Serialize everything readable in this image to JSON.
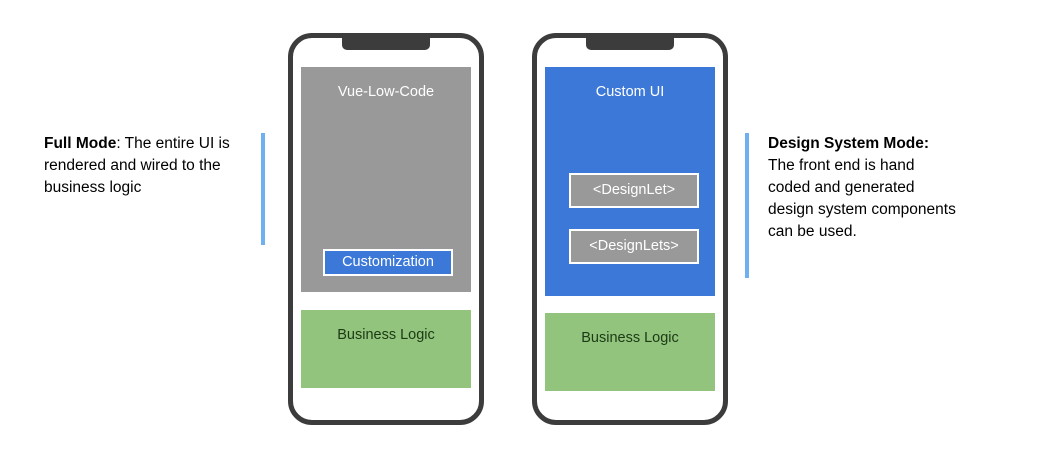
{
  "annotations": {
    "left": {
      "lead": "Full Mode",
      "body": ": The entire UI is rendered and wired to the business logic",
      "accent_color": "#6fb1f0"
    },
    "right": {
      "lead": "Design System Mode:",
      "body": " The front end is hand coded and generated design system components can be used.",
      "accent_color": "#6fb1f0"
    }
  },
  "phones": {
    "left": {
      "ui_panel": {
        "title": "Vue-Low-Code",
        "color": "#999999",
        "buttons": [
          {
            "label": "Customization",
            "color": "#3c78d8"
          }
        ]
      },
      "logic_panel": {
        "title": "Business Logic",
        "color": "#93c47d"
      }
    },
    "right": {
      "ui_panel": {
        "title": "Custom UI",
        "color": "#3c78d8",
        "buttons": [
          {
            "label": "<DesignLet>",
            "color": "#999999"
          },
          {
            "label": "<DesignLets>",
            "color": "#999999"
          }
        ]
      },
      "logic_panel": {
        "title": "Business Logic",
        "color": "#93c47d"
      }
    }
  },
  "theme": {
    "background": "#ffffff",
    "bezel": "#3c3c3c"
  }
}
